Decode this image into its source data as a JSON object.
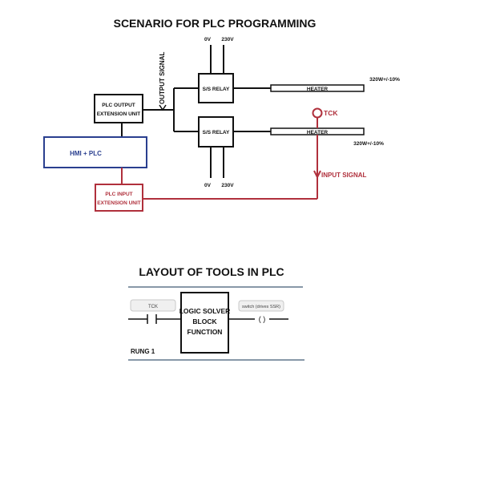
{
  "scenario": {
    "title": "SCENARIO FOR PLC PROGRAMMING",
    "output_signal_label": "OUTPUT SIGNAL",
    "input_signal_label": "INPUT SIGNAL",
    "plc_output_unit": [
      "PLC OUTPUT",
      "EXTENSION UNIT"
    ],
    "hmi_plc": "HMI + PLC",
    "plc_input_unit": [
      "PLC INPUT",
      "EXTENSION UNIT"
    ],
    "relays": [
      {
        "label": "S/S RELAY",
        "v0": "0V",
        "v230": "230V"
      },
      {
        "label": "S/S RELAY",
        "v0": "0V",
        "v230": "230V"
      }
    ],
    "heaters": [
      {
        "label": "HEATER",
        "rating": "320W+/-10%"
      },
      {
        "label": "HEATER",
        "rating": "320W+/-10%"
      }
    ],
    "sensor": "TCK",
    "colors": {
      "line": "#111111",
      "hmi": "#2a3f8f",
      "input": "#b0303c"
    }
  },
  "layout_tools": {
    "title": "LAYOUT OF TOOLS IN PLC",
    "contact_label": "TCK",
    "coil_label": "switch (drives SSR)",
    "coil_symbol": "( )",
    "block": [
      "LOGIC SOLVER",
      "BLOCK",
      "FUNCTION"
    ],
    "rung": "RUNG 1"
  }
}
